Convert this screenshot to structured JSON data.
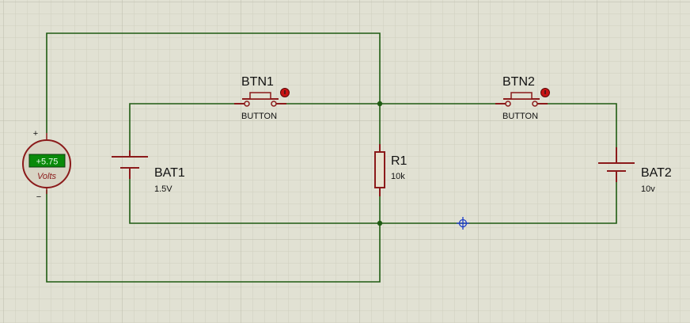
{
  "colors": {
    "background": "#e1e1d3",
    "grid_minor": "#cfcfbf",
    "grid_major": "#bcbcab",
    "wire": "#1f5b12",
    "component": "#8b1a1a",
    "text": "#111111",
    "voltmeter_display": "#0a8a0a",
    "voltmeter_text": "#eaffea",
    "probe": "#1c3dc8"
  },
  "components": {
    "btn1": {
      "name": "BTN1",
      "type": "BUTTON"
    },
    "btn2": {
      "name": "BTN2",
      "type": "BUTTON"
    },
    "r1": {
      "name": "R1",
      "value": "10k"
    },
    "bat1": {
      "name": "BAT1",
      "value": "1.5V"
    },
    "bat2": {
      "name": "BAT2",
      "value": "10v"
    },
    "voltmeter": {
      "reading": "+5.75",
      "units": "Volts",
      "plus": "+",
      "minus": "−"
    }
  }
}
